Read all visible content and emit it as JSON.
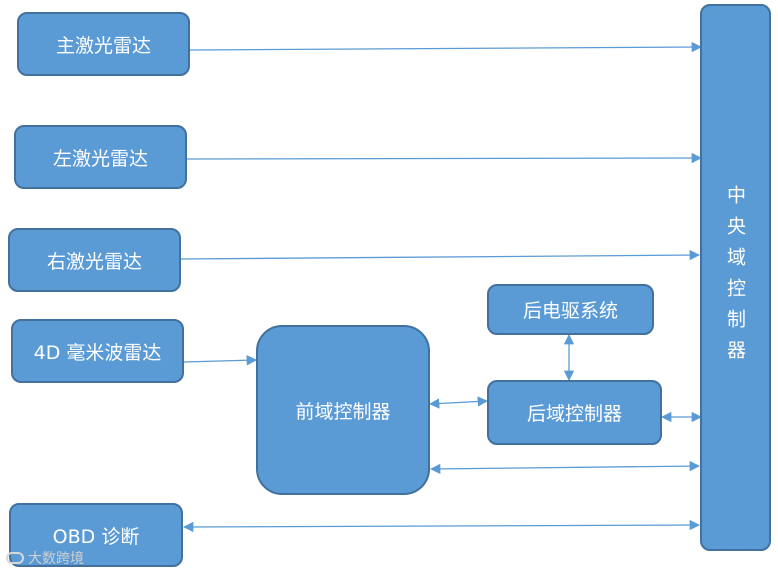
{
  "nodes": {
    "main_lidar": "主激光雷达",
    "left_lidar": "左激光雷达",
    "right_lidar": "右激光雷达",
    "mmwave_radar": "4D 毫米波雷达",
    "obd": "OBD 诊断",
    "front_domain": "前域控制器",
    "rear_edrive": "后电驱系统",
    "rear_domain": "后域控制器",
    "central_domain": "中央域控制器"
  },
  "watermark": "大数跨境",
  "colors": {
    "box_fill": "#5b9bd5",
    "box_border": "#41719c",
    "connector": "#5b9bd5",
    "text": "#ffffff"
  }
}
